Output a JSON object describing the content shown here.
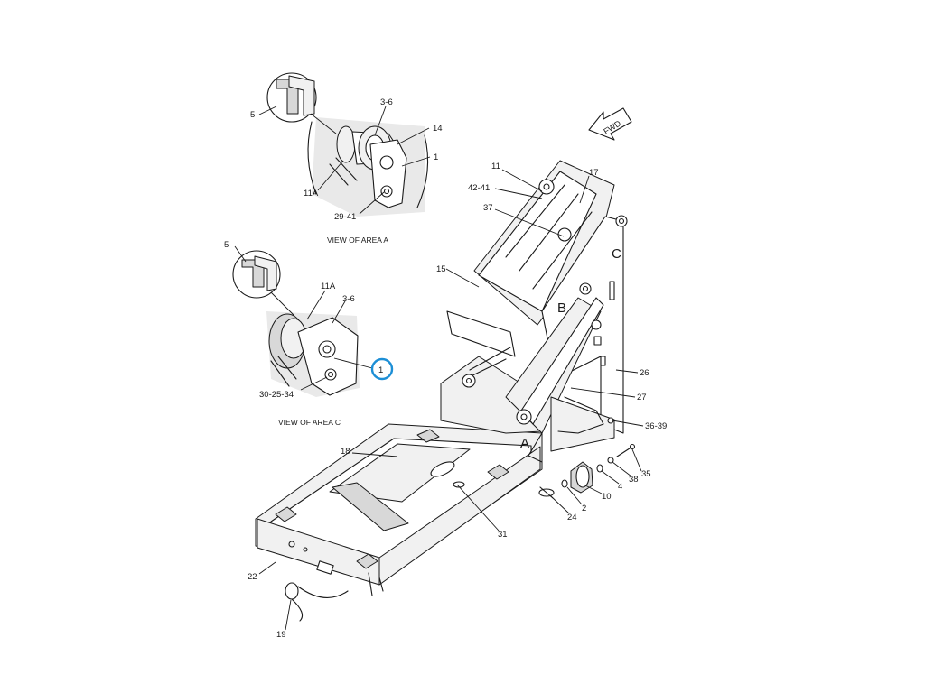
{
  "views": {
    "area_a_caption": "VIEW OF AREA A",
    "area_c_caption": "VIEW OF AREA C"
  },
  "area_markers": {
    "a": "A",
    "b": "B",
    "c": "C"
  },
  "direction_arrow": "FWD",
  "callouts": {
    "a_5": "5",
    "a_3_6": "3-6",
    "a_14": "14",
    "a_1": "1",
    "a_11a": "11A",
    "a_29_41": "29-41",
    "c_5": "5",
    "c_11a": "11A",
    "c_3_6": "3-6",
    "c_1": "1",
    "c_30_25_34": "30-25-34",
    "m_11": "11",
    "m_42_41": "42-41",
    "m_17": "17",
    "m_37": "37",
    "m_15": "15",
    "m_26": "26",
    "m_27": "27",
    "m_36_39": "36-39",
    "m_18": "18",
    "m_31": "31",
    "m_35": "35",
    "m_38": "38",
    "m_4": "4",
    "m_10": "10",
    "m_2": "2",
    "m_24": "24",
    "m_22": "22",
    "m_19": "19"
  },
  "highlight_color": "#1d8fd6"
}
